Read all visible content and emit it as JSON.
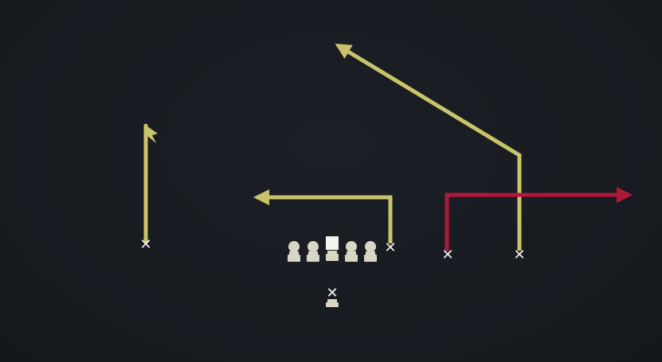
{
  "diagram": {
    "kind": "football-play",
    "colors": {
      "background": "#171a1f",
      "route_primary": "#c9c46a",
      "route_highlight": "#b0183a",
      "player_marker": "#f2f2f2",
      "lineman": "#d9d6c8"
    },
    "players": [
      {
        "id": "wr-left",
        "symbol": "x-icon",
        "route": "go-route"
      },
      {
        "id": "slot-right",
        "symbol": "x-icon",
        "route": "hitch-in-route"
      },
      {
        "id": "wr-right-inner",
        "symbol": "x-icon",
        "route": "out-route",
        "highlight": true
      },
      {
        "id": "wr-right-outer",
        "symbol": "x-icon",
        "route": "post-corner-route"
      },
      {
        "id": "qb",
        "symbol": "x-icon",
        "route": "none"
      }
    ],
    "offensive_line": [
      {
        "id": "left-tackle",
        "symbol": "lineman-icon"
      },
      {
        "id": "left-guard",
        "symbol": "lineman-icon"
      },
      {
        "id": "center",
        "symbol": "center-square-icon"
      },
      {
        "id": "right-guard",
        "symbol": "lineman-icon"
      },
      {
        "id": "right-tackle",
        "symbol": "lineman-icon"
      }
    ]
  }
}
